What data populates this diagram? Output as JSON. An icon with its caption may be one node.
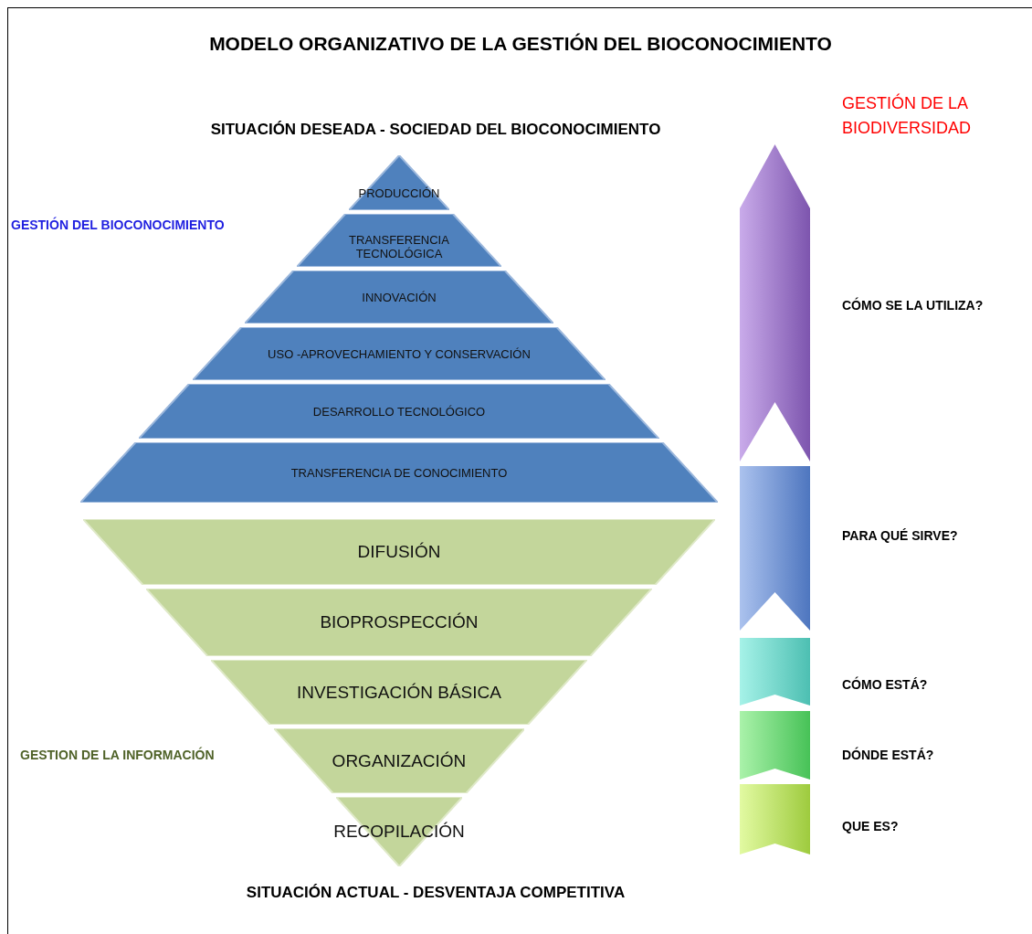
{
  "diagram": {
    "title": "MODELO ORGANIZATIVO DE LA GESTIÓN DEL BIOCONOCIMIENTO",
    "nodes": [
      {
        "text": [
          "PRODUCCIÓN"
        ]
      },
      {
        "text": [
          "TRANSFERENCIA TECNOLÓGICA"
        ]
      },
      {
        "text": [
          "INNOVACIÓN"
        ]
      },
      {
        "text": [
          "USO -APROVECHAMIENTO Y CONSERVACIÓN"
        ]
      },
      {
        "text": [
          "DESARROLLO TECNOLÓGICO"
        ]
      },
      {
        "text": [
          "TRANSFERENCIA DE CONOCIMIENTO"
        ]
      },
      {
        "text": [
          "DIFUSIÓN"
        ]
      },
      {
        "text": [
          "BIOPROSPECCIÓN"
        ]
      },
      {
        "text": [
          "INVESTIGACIÓN BÁSICA"
        ]
      },
      {
        "text": [
          "ORGANIZACIÓN"
        ]
      },
      {
        "text": [
          "RECOPILACIÓN"
        ]
      },
      {
        "text": [],
        "shape": "arrow",
        "beside": [
          "CÓMO SE LA UTILIZA?"
        ]
      },
      {
        "text": [],
        "shape": "chevron",
        "beside": [
          "PARA QUÉ SIRVE?"
        ]
      },
      {
        "text": [],
        "shape": "chevron",
        "beside": [
          "CÓMO ESTÁ?"
        ]
      },
      {
        "text": [],
        "shape": "chevron",
        "beside": [
          "DÓNDE ESTÁ?"
        ]
      },
      {
        "text": [],
        "shape": "chevron",
        "beside": [
          "QUE ES?"
        ]
      }
    ],
    "labels": [
      "GESTIÓN DE LA BIODIVERSIDAD",
      "SITUACIÓN DESEADA - SOCIEDAD DEL BIOCONOCIMIENTO",
      "GESTIÓN DEL BIOCONOCIMIENTO",
      "GESTION DE LA INFORMACIÓN",
      "SITUACIÓN ACTUAL - DESVENTAJA COMPETITIVA"
    ]
  }
}
